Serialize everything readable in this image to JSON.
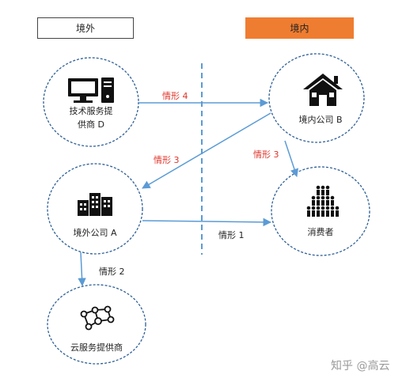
{
  "headers": {
    "left": "境外",
    "right": "境内"
  },
  "nodes": {
    "supplier_d": {
      "label_line1": "技术服务提",
      "label_line2": "供商 D",
      "icon": "computer-icon"
    },
    "company_b": {
      "label": "境内公司 B",
      "icon": "house-icon"
    },
    "company_a": {
      "label": "境外公司 A",
      "icon": "buildings-icon"
    },
    "consumers": {
      "label": "消费者",
      "icon": "people-crowd-icon"
    },
    "cloud_provider": {
      "label": "云服务提供商",
      "icon": "network-icon"
    }
  },
  "cases": {
    "case4": "情形 4",
    "case3_left": "情形 3",
    "case3_right": "情形 3",
    "case1": "情形 1",
    "case2": "情形 2"
  },
  "colors": {
    "accent_orange": "#ef7d31",
    "circle_border": "#2e5f97",
    "arrow": "#5b9bd5",
    "case_red": "#e0342a"
  },
  "watermark": "知乎 @高云"
}
